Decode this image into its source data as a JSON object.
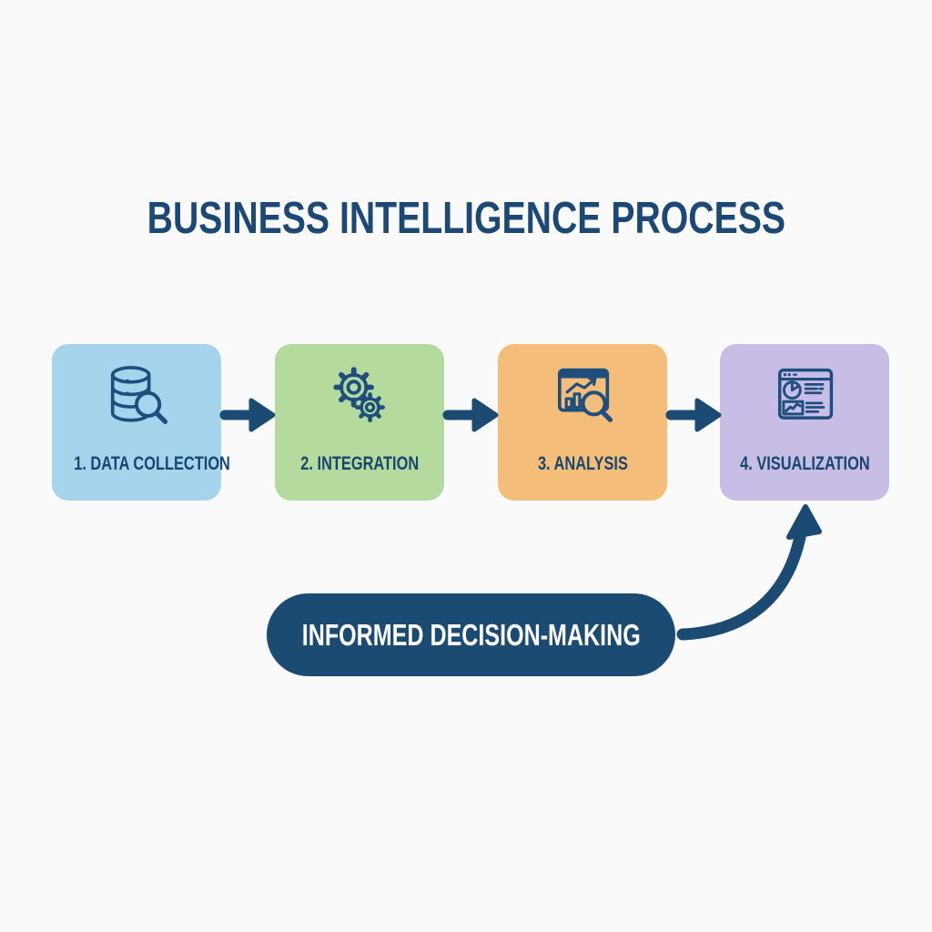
{
  "title": "BUSINESS INTELLIGENCE PROCESS",
  "steps": [
    {
      "label": "1. DATA COLLECTION",
      "icon": "database-search-icon",
      "color": "#a6d4ec"
    },
    {
      "label": "2. INTEGRATION",
      "icon": "gears-icon",
      "color": "#b5da9e"
    },
    {
      "label": "3. ANALYSIS",
      "icon": "chart-magnifier-icon",
      "color": "#f5bd7a"
    },
    {
      "label": "4. VISUALIZATION",
      "icon": "dashboard-icon",
      "color": "#c7bde6"
    }
  ],
  "outcome": {
    "label": "INFORMED DECISION-MAKING",
    "color": "#1b4a72",
    "text_color": "#ffffff"
  },
  "colors": {
    "background": "#fafafa",
    "title_text": "#1c4875",
    "label_text": "#17476f",
    "arrow": "#1b4a72",
    "icon_stroke": "#1d4e7e"
  }
}
